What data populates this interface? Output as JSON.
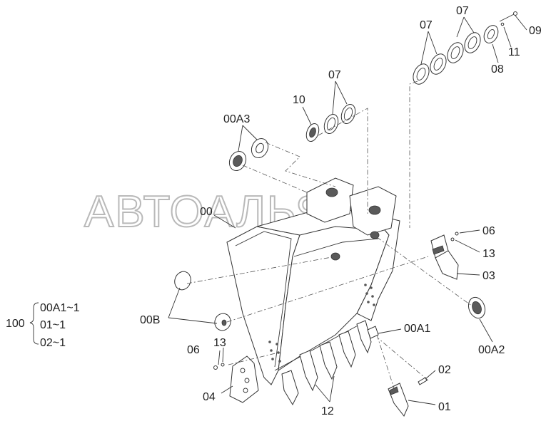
{
  "watermark": "АВТОАЛЬЯНС",
  "labels": {
    "p09": "09",
    "p11": "11",
    "p08": "08",
    "p07_top_right": "07",
    "p07_top_left": "07",
    "p07_mid": "07",
    "p10": "10",
    "p00A3": "00A3",
    "p00": "00",
    "p06_right": "06",
    "p13_right": "13",
    "p03": "03",
    "p00B": "00B",
    "p00A1": "00A1",
    "p00A2": "00A2",
    "p06_left": "06",
    "p13_left": "13",
    "p04": "04",
    "p02": "02",
    "p01": "01",
    "p12": "12"
  },
  "legend": {
    "group": "100",
    "items": [
      "00A1~1",
      "01~1",
      "02~1"
    ]
  }
}
